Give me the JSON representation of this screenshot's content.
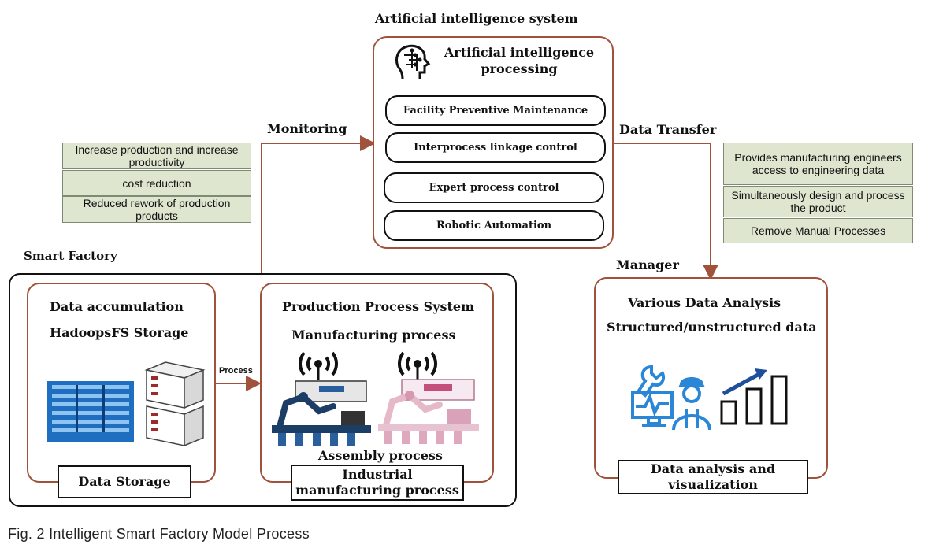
{
  "ai_system": {
    "heading": "Artificial intelligence system",
    "processing_title": "Artificial intelligence processing",
    "items": [
      "Facility Preventive Maintenance",
      "Interprocess linkage control",
      "Expert process control",
      "Robotic Automation"
    ]
  },
  "flows": {
    "monitoring": "Monitoring",
    "data_transfer": "Data Transfer",
    "manager": "Manager",
    "process": "Process"
  },
  "benefits_left": [
    "Increase production and increase productivity",
    "cost reduction",
    "Reduced rework of production products"
  ],
  "benefits_right": [
    "Provides manufacturing engineers access to engineering data",
    "Simultaneously design and process the product",
    "Remove Manual Processes"
  ],
  "smart_factory": {
    "label": "Smart Factory",
    "data_box": {
      "title": "Data accumulation",
      "subtitle": "HadoopsFS Storage",
      "footer": "Data Storage"
    },
    "production_box": {
      "title": "Production Process System",
      "subtitle": "Manufacturing process",
      "assembly": "Assembly process",
      "footer": "Industrial manufacturing process"
    }
  },
  "manager_box": {
    "title": "Various Data Analysis",
    "subtitle": "Structured/unstructured data",
    "footer": "Data analysis and visualization"
  },
  "colors": {
    "box_border": "#a0523a",
    "arrow": "#a0523a",
    "benefit_fill": "#dfe6d0",
    "server_blue": "#1f6fc0",
    "icon_blue": "#2a86d6"
  },
  "caption": "Fig. 2 Intelligent Smart Factory Model Process"
}
